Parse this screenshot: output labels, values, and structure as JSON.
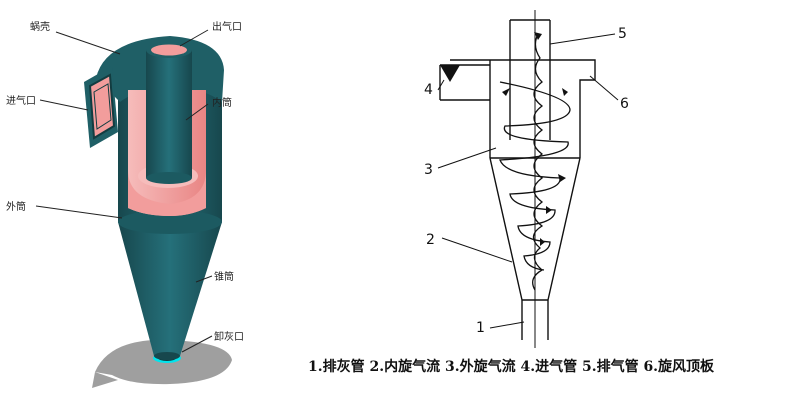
{
  "left_labels": {
    "volute": "蜗壳",
    "outlet": "出气口",
    "inlet": "进气口",
    "inner_cylinder": "内筒",
    "outer_cylinder": "外筒",
    "cone": "锥筒",
    "dust_outlet": "卸灰口"
  },
  "right_numbers": [
    "1",
    "2",
    "3",
    "4",
    "5",
    "6"
  ],
  "legend_caption": "1.排灰管 2.内旋气流 3.外旋气流 4.进气管 5.排气管 6.旋风顶板",
  "colors": {
    "body_teal": "#1f5f66",
    "body_dark": "#17474d",
    "interior_pink": "#f29d9c",
    "highlight_pink": "#f6bcbb",
    "shadow_gray": "#8e8e8e",
    "floor_glow": "#00e5ee"
  }
}
